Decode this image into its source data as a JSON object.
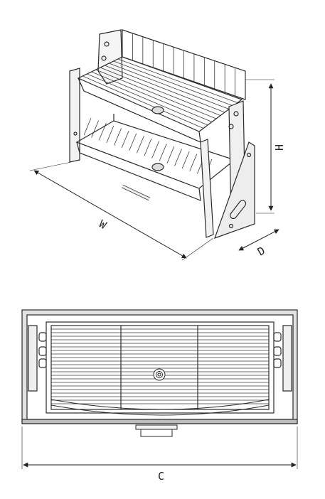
{
  "labels": {
    "width": "W",
    "height": "H",
    "depth": "D",
    "cabinet": "C"
  },
  "colors": {
    "line": "#2a2a2a",
    "wire": "#3a3a3a",
    "panel_fill": "#ececec",
    "cabinet_fill": "#d9d9d9"
  }
}
